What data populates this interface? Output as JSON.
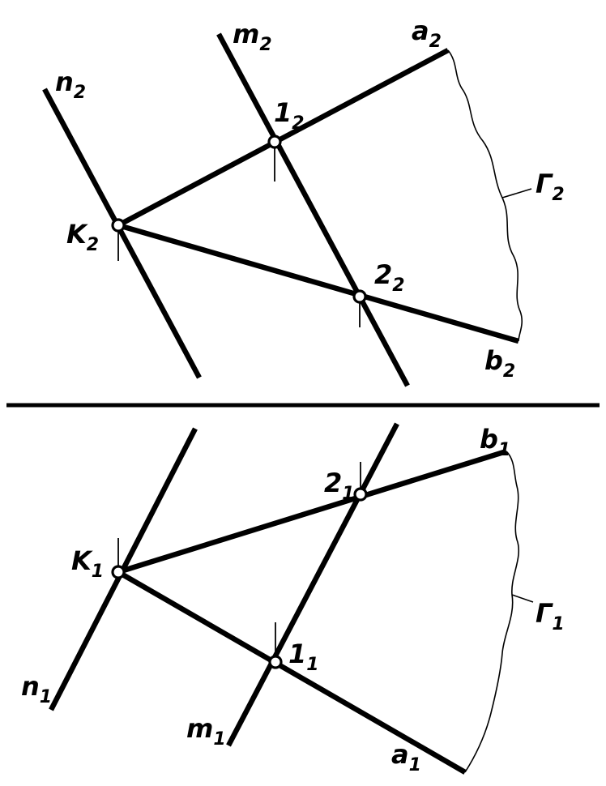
{
  "projection_2": {
    "lines": {
      "n": "n",
      "m": "m",
      "a": "a",
      "b": "b",
      "surface": "Г"
    },
    "points": {
      "k": "K",
      "p1": "1",
      "p2": "2"
    },
    "index": "2"
  },
  "projection_1": {
    "lines": {
      "n": "n",
      "m": "m",
      "a": "a",
      "b": "b",
      "surface": "Г"
    },
    "points": {
      "k": "K",
      "p1": "1",
      "p2": "2"
    },
    "index": "1"
  }
}
